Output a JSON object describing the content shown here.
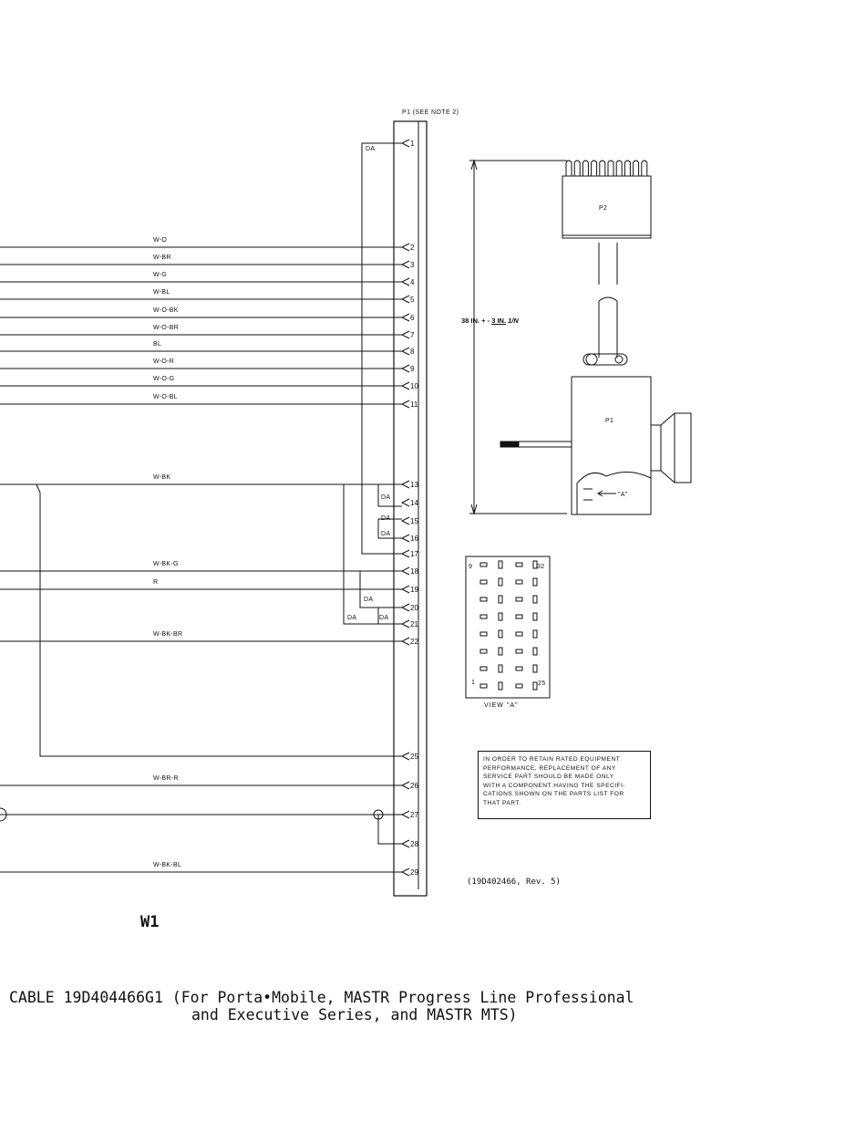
{
  "connector_label": "P1 (SEE NOTE 2)",
  "wires": [
    {
      "label": "W-O",
      "pin": "2"
    },
    {
      "label": "W-BR",
      "pin": "3"
    },
    {
      "label": "W-G",
      "pin": "4"
    },
    {
      "label": "W-BL",
      "pin": "5"
    },
    {
      "label": "W-O-BK",
      "pin": "6"
    },
    {
      "label": "W-O-BR",
      "pin": "7"
    },
    {
      "label": "BL",
      "pin": "8"
    },
    {
      "label": "W-O-R",
      "pin": "9"
    },
    {
      "label": "W-O-G",
      "pin": "10"
    },
    {
      "label": "W-O-BL",
      "pin": "11"
    },
    {
      "label": "W-BK",
      "pin": "13"
    },
    {
      "label": "W-BK-G",
      "pin": "18"
    },
    {
      "label": "R",
      "pin": "19"
    },
    {
      "label": "W-BK-BR",
      "pin": "22"
    },
    {
      "label": "W-BR-R",
      "pin": "26"
    },
    {
      "label": "W-BK-BL",
      "pin": "29"
    }
  ],
  "pins": [
    "1",
    "2",
    "3",
    "4",
    "5",
    "6",
    "7",
    "8",
    "9",
    "10",
    "11",
    "13",
    "14",
    "15",
    "16",
    "17",
    "18",
    "19",
    "20",
    "21",
    "22",
    "25",
    "26",
    "27",
    "28",
    "29"
  ],
  "da_label": "DA",
  "p2_label": "P2",
  "p1_body_label": "P1",
  "dimension": {
    "value": "38 IN.",
    "tol_plus": "+",
    "tol_minus": "-",
    "tol_num": "3 IN.",
    "tol_den": "1/N"
  },
  "view_a_arrow_label": "\"A\"",
  "view_a_grid": {
    "top_left": "9",
    "top_right": "32",
    "bottom_left": "1",
    "bottom_right": "25"
  },
  "view_a_caption": "VIEW \"A\"",
  "note_lines": [
    "IN ORDER TO RETAIN RATED EQUIPMENT",
    "PERFORMANCE, REPLACEMENT OF ANY",
    "SERVICE PART SHOULD BE MADE ONLY",
    "WITH A COMPONENT HAVING THE SPECIFI-",
    "CATIONS SHOWN ON THE PARTS LIST FOR",
    "THAT PART."
  ],
  "drawing_number": "(19D402466, Rev. 5)",
  "diagram_title": "W1",
  "caption_line1": "CABLE 19D404466G1 (For Porta•Mobile, MASTR Progress Line Professional",
  "caption_line2": "and Executive Series, and MASTR MTS)"
}
